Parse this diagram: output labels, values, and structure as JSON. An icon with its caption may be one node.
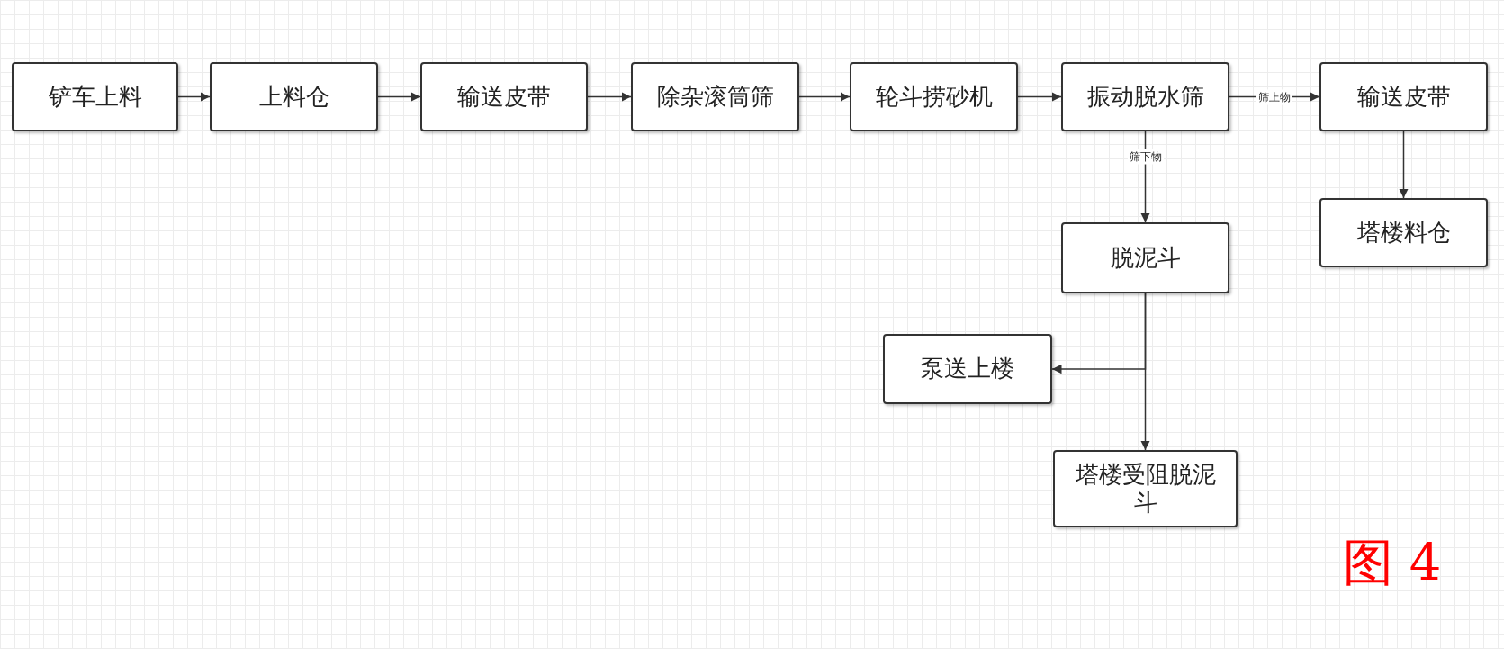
{
  "diagram": {
    "nodes": [
      {
        "text": [
          "铲车上料"
        ]
      },
      {
        "text": [
          "上料仓"
        ]
      },
      {
        "text": [
          "输送皮带"
        ]
      },
      {
        "text": [
          "除杂滚筒筛"
        ]
      },
      {
        "text": [
          "轮斗捞砂机"
        ]
      },
      {
        "text": [
          "振动脱水筛"
        ]
      },
      {
        "text": [
          "输送皮带"
        ]
      },
      {
        "text": [
          "塔楼料仓"
        ]
      },
      {
        "text": [
          "脱泥斗"
        ]
      },
      {
        "text": [
          "泵送上楼"
        ]
      },
      {
        "text": [
          "塔楼受阻脱泥斗"
        ]
      }
    ],
    "edges": [
      {
        "from": 0,
        "to": 1,
        "arrow": "to"
      },
      {
        "from": 1,
        "to": 2,
        "arrow": "to"
      },
      {
        "from": 2,
        "to": 3,
        "arrow": "to"
      },
      {
        "from": 3,
        "to": 4,
        "arrow": "to"
      },
      {
        "from": 4,
        "to": 5,
        "arrow": "to"
      },
      {
        "from": 5,
        "to": 6,
        "arrow": "to",
        "label": "筛上物"
      },
      {
        "from": 5,
        "to": 8,
        "arrow": "to",
        "label": "筛下物"
      },
      {
        "from": 6,
        "to": 7,
        "arrow": "to"
      },
      {
        "from": 8,
        "to": 9,
        "arrow": "to"
      },
      {
        "from": 8,
        "to": 10,
        "arrow": "to"
      }
    ],
    "labels": [
      "图 4"
    ]
  }
}
